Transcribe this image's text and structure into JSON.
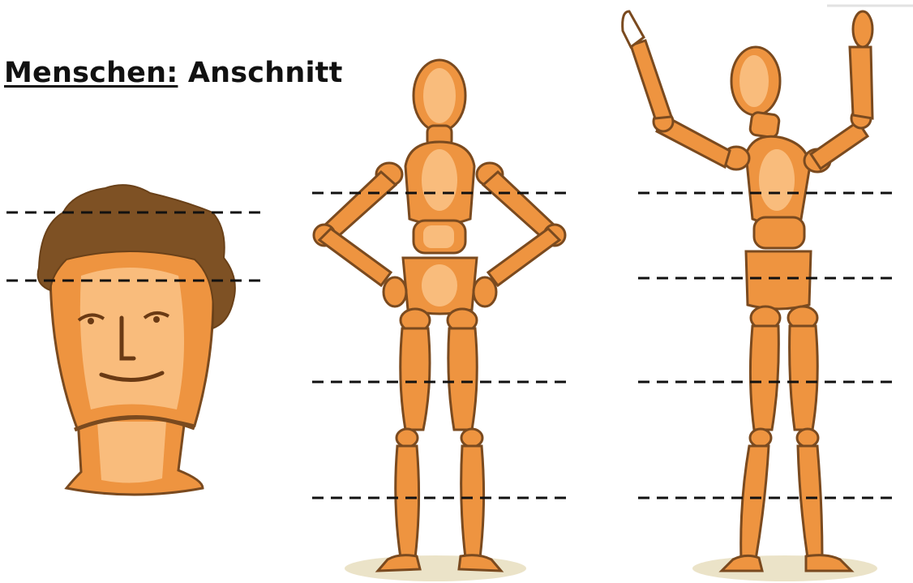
{
  "title": {
    "prefix": "Menschen:",
    "suffix": "Anschnitt"
  },
  "colors": {
    "skin_dark": "#EE9440",
    "skin_light": "#F9BC7C",
    "outline": "#7A4A1F",
    "hair": "#7E5124",
    "shadow": "#EBE3C8",
    "dash": "#111111"
  },
  "figures": [
    {
      "name": "head-portrait",
      "crop_lines": 2
    },
    {
      "name": "mannequin-hands-on-hips",
      "crop_lines": 3
    },
    {
      "name": "mannequin-arms-raised",
      "crop_lines": 4
    }
  ]
}
